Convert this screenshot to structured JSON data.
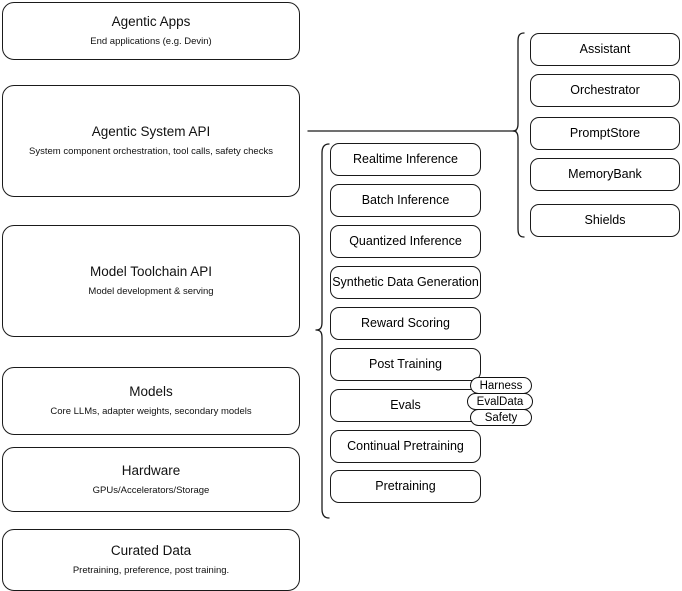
{
  "diagram": {
    "title": "Agentic AI stack layers",
    "stroke_color": "#1a1a1a",
    "background_color": "#ffffff"
  },
  "layers": [
    {
      "title": "Agentic Apps",
      "subtitle": "End applications (e.g. Devin)"
    },
    {
      "title": "Agentic System API",
      "subtitle": "System component orchestration, tool calls, safety checks"
    },
    {
      "title": "Model Toolchain API",
      "subtitle": "Model development & serving"
    },
    {
      "title": "Models",
      "subtitle": "Core LLMs, adapter weights, secondary models"
    },
    {
      "title": "Hardware",
      "subtitle": "GPUs/Accelerators/Storage"
    },
    {
      "title": "Curated Data",
      "subtitle": "Pretraining, preference, post training."
    }
  ],
  "toolchain_components": [
    {
      "label": "Realtime Inference"
    },
    {
      "label": "Batch Inference"
    },
    {
      "label": "Quantized Inference"
    },
    {
      "label": "Synthetic Data Generation"
    },
    {
      "label": "Reward Scoring"
    },
    {
      "label": "Post Training"
    },
    {
      "label": "Evals"
    },
    {
      "label": "Continual Pretraining"
    },
    {
      "label": "Pretraining"
    }
  ],
  "evals_subcomponents": [
    {
      "label": "Harness"
    },
    {
      "label": "EvalData"
    },
    {
      "label": "Safety"
    }
  ],
  "system_components": [
    {
      "label": "Assistant"
    },
    {
      "label": "Orchestrator"
    },
    {
      "label": "PromptStore"
    },
    {
      "label": "MemoryBank"
    },
    {
      "label": "Shields"
    }
  ]
}
